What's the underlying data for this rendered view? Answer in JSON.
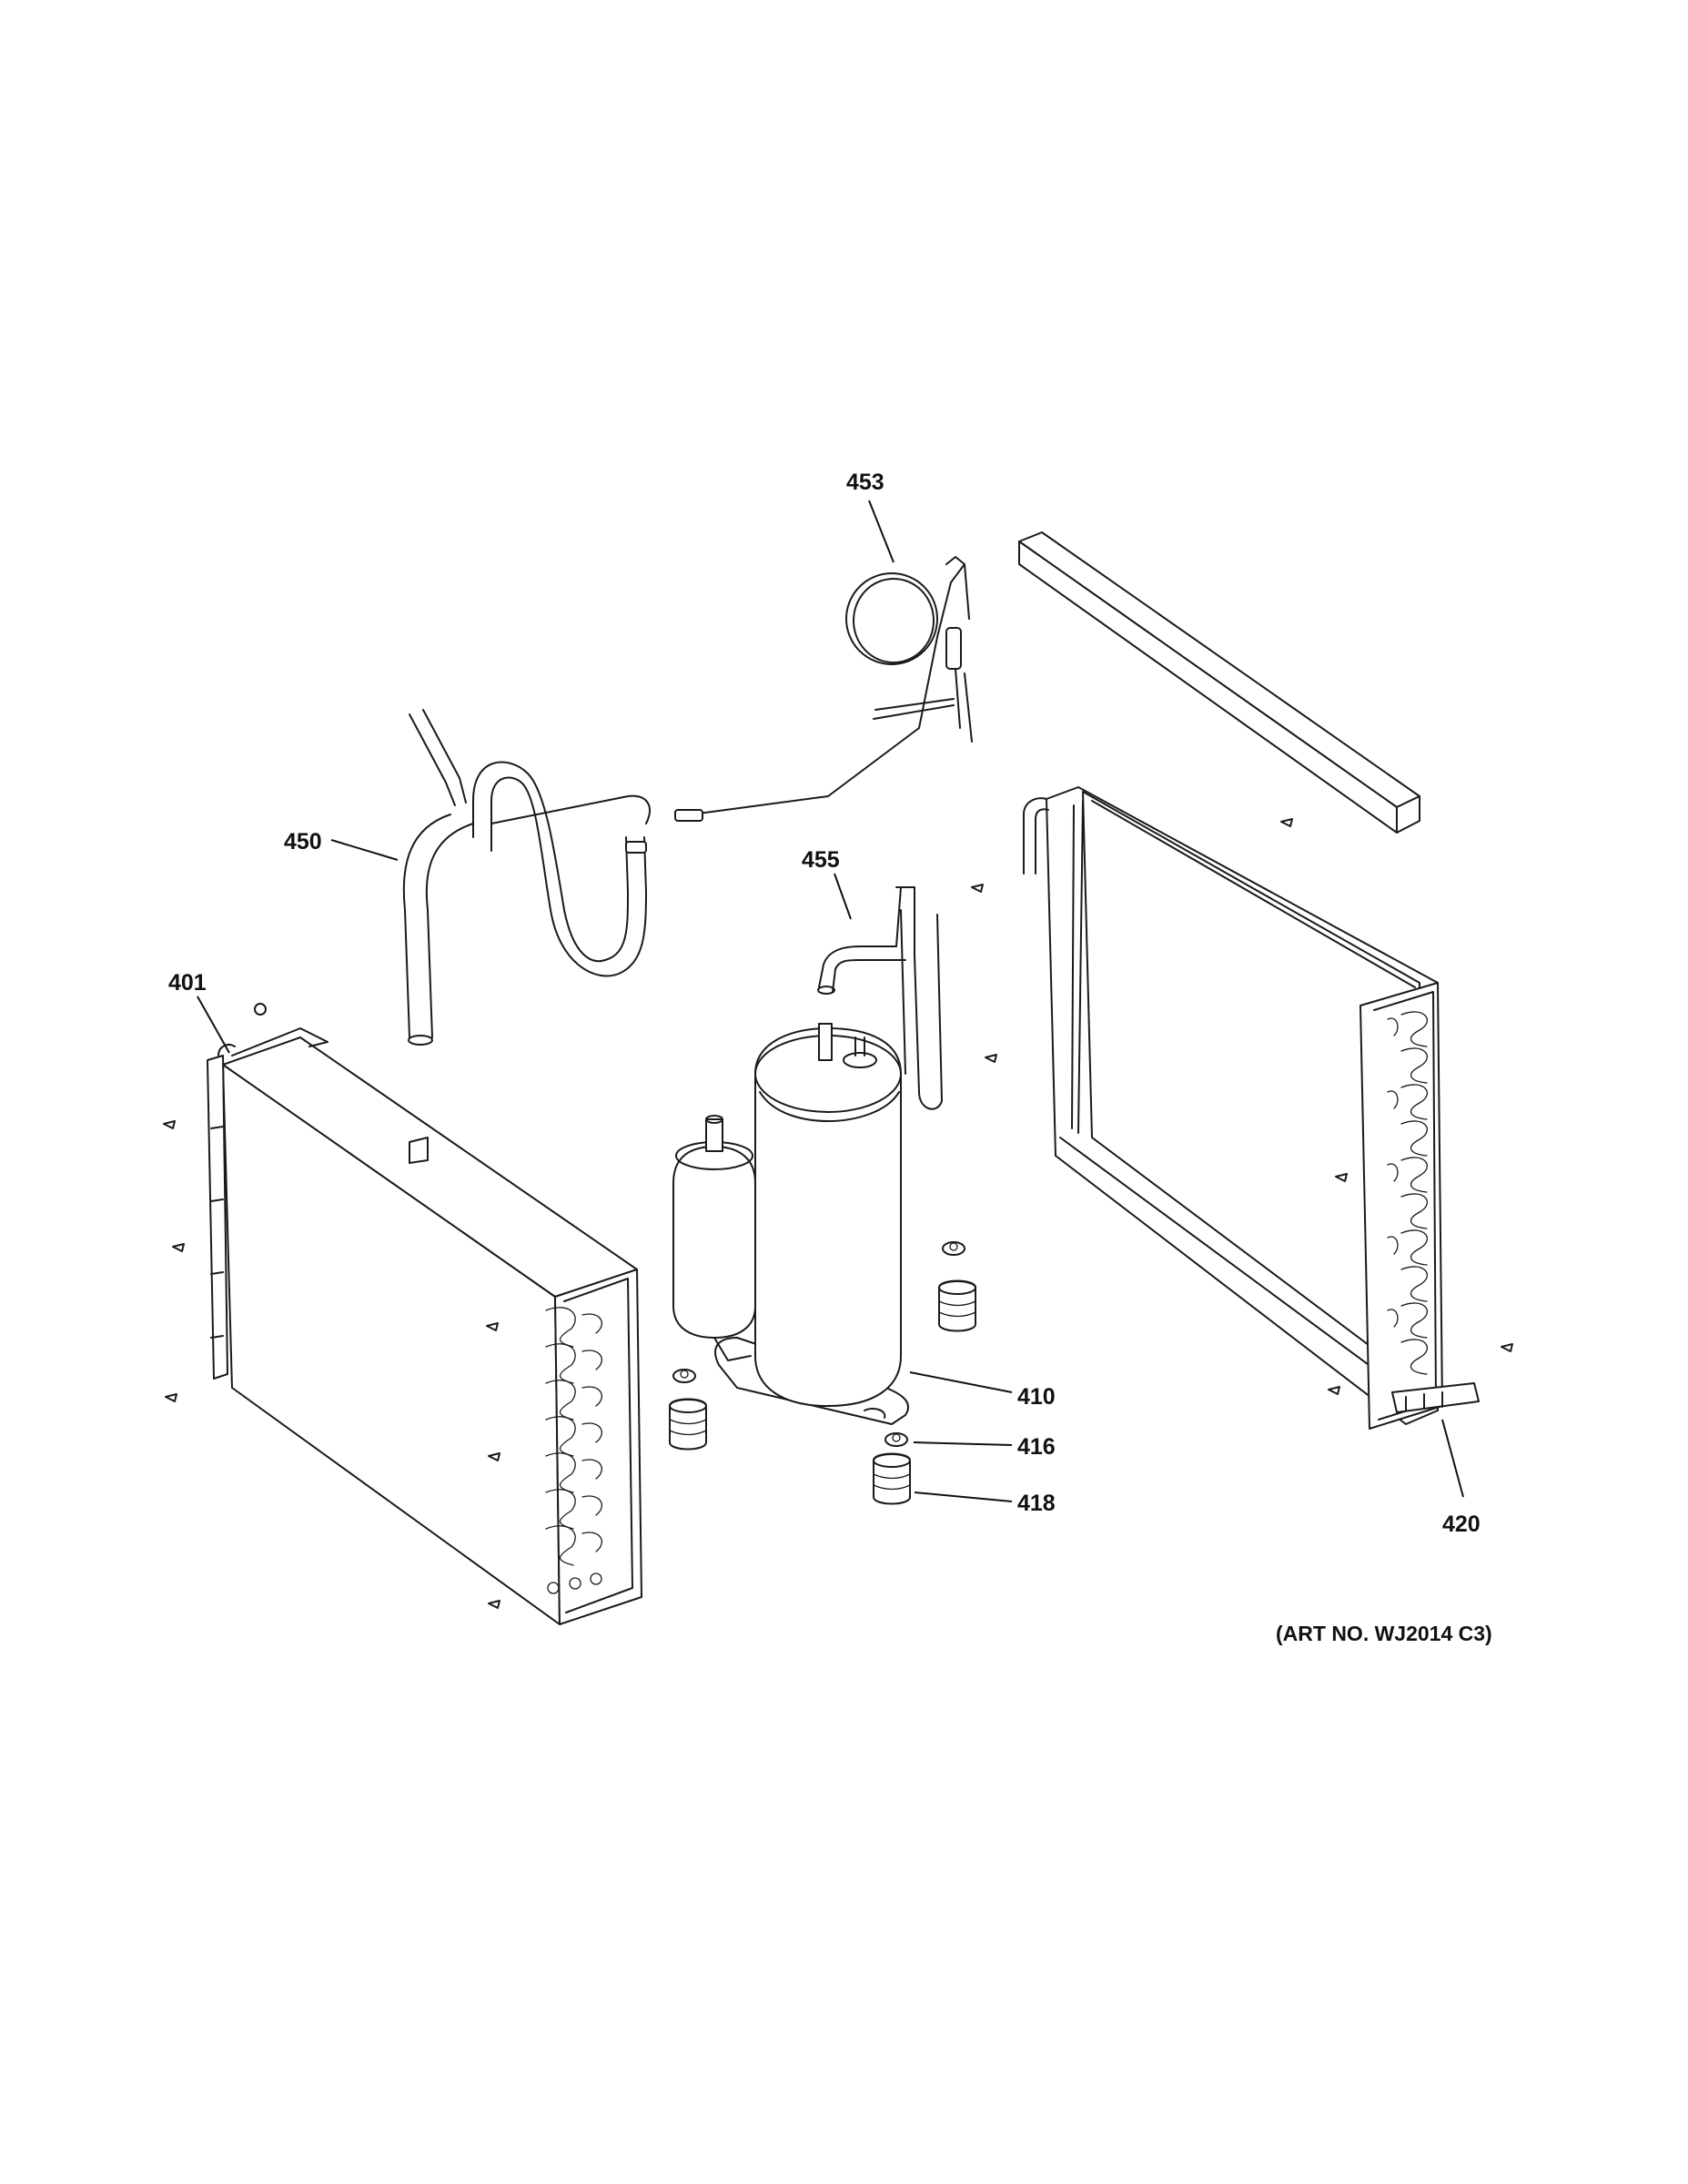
{
  "callouts": {
    "p401": "401",
    "p410": "410",
    "p416": "416",
    "p418": "418",
    "p420": "420",
    "p450": "450",
    "p453": "453",
    "p455": "455"
  },
  "art_number": "(ART NO. WJ2014 C3)"
}
